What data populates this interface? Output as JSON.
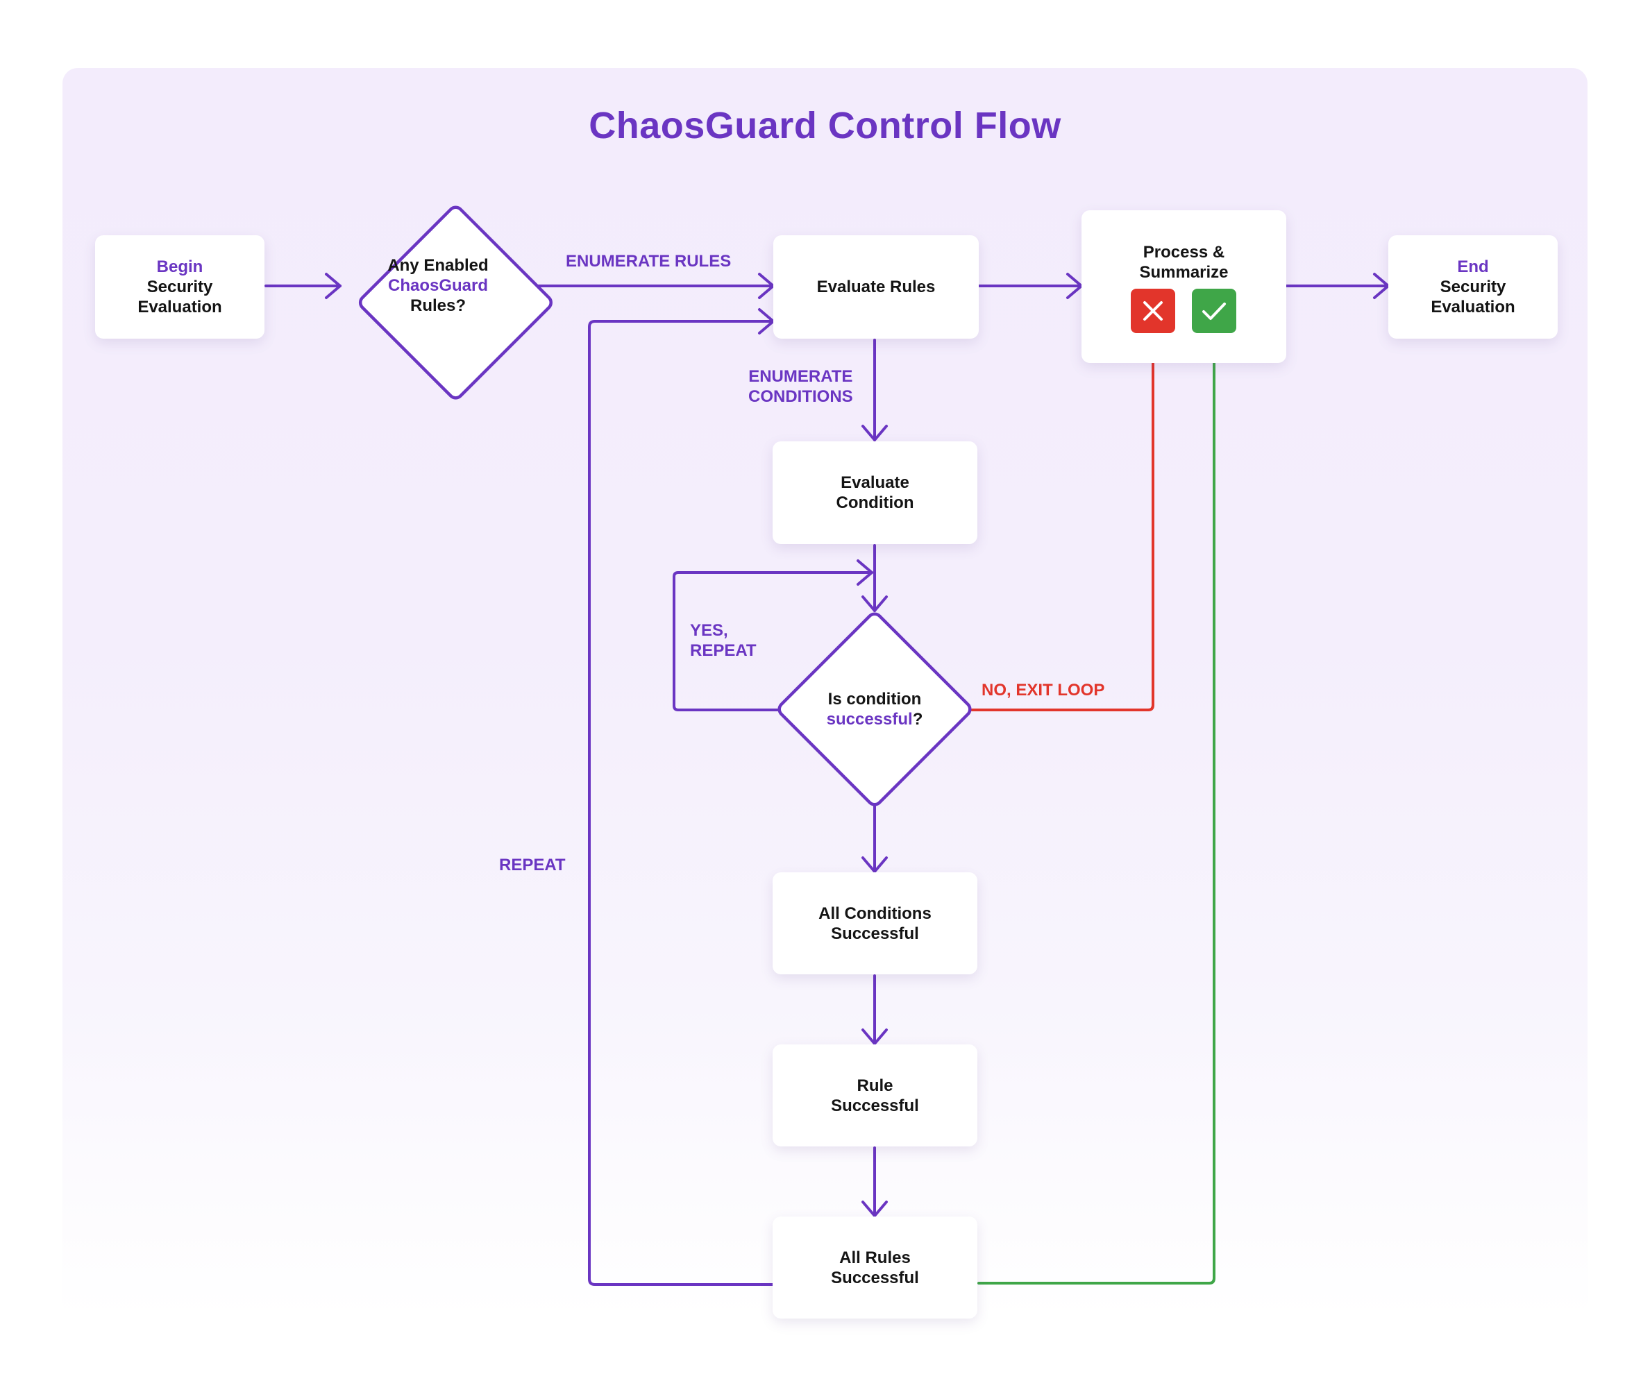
{
  "title": "ChaosGuard Control Flow",
  "colors": {
    "accent": "#6a35c2",
    "fail": "#e2352b",
    "success": "#3fa648",
    "panel": "#f3ecfc"
  },
  "nodes": {
    "begin": {
      "line1": "Begin",
      "line2": "Security",
      "line3": "Evaluation"
    },
    "any_enabled": {
      "line1": "Any Enabled",
      "line2": "ChaosGuard",
      "line3": "Rules?"
    },
    "evaluate_rules": {
      "label": "Evaluate Rules"
    },
    "process": {
      "line1": "Process &",
      "line2": "Summarize"
    },
    "end": {
      "line1": "End",
      "line2": "Security",
      "line3": "Evaluation"
    },
    "evaluate_condition": {
      "line1": "Evaluate",
      "line2": "Condition"
    },
    "is_condition": {
      "line1": "Is condition",
      "line2_highlight": "successful",
      "line2_suffix": "?"
    },
    "all_conditions": {
      "line1": "All Conditions",
      "line2": "Successful"
    },
    "rule_successful": {
      "line1": "Rule",
      "line2": "Successful"
    },
    "all_rules": {
      "line1": "All Rules",
      "line2": "Successful"
    }
  },
  "edges": {
    "enumerate_rules": "ENUMERATE RULES",
    "enumerate_conditions": {
      "line1": "ENUMERATE",
      "line2": "CONDITIONS"
    },
    "yes_repeat": {
      "line1": "YES,",
      "line2": "REPEAT"
    },
    "no_exit": "NO, EXIT LOOP",
    "repeat": "REPEAT"
  },
  "icons": {
    "fail_badge": "x-mark-icon",
    "success_badge": "check-mark-icon"
  }
}
